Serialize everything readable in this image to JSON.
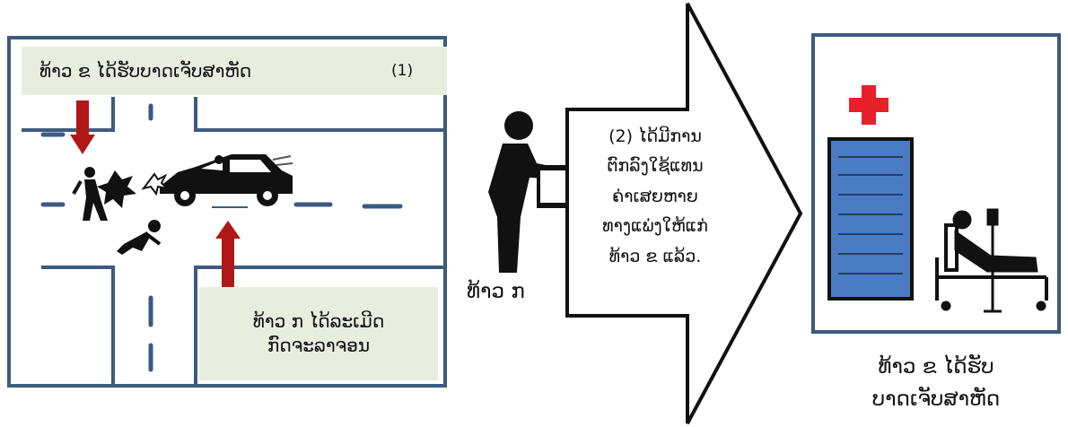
{
  "scene_left": {
    "injury_label": "ທ້າວ ຂ ໄດ້ຮັບບາດເຈັບສາຫັດ",
    "step_one": "(1)",
    "violation_line1": "ທ້າວ ກ ໄດ້ລະເມີດ",
    "violation_line2": "ກົດຈະລາຈອນ"
  },
  "middle": {
    "person_label": "ທ້າວ ກ",
    "arrow_lines": [
      "(2) ໄດ້ມີການ",
      "ຕົກລົງໃຊ້ແທນ",
      "ຄ່າເສຍຫາຍ",
      "ທາງແພ່ງໃຫ້ແກ່",
      "ທ້າວ ຂ ແລ້ວ."
    ]
  },
  "scene_right": {
    "caption_line1": "ທ້າວ ຂ ໄດ້ຮັບ",
    "caption_line2": "ບາດເຈັບສາຫັດ"
  },
  "colors": {
    "road_blue": "#3d5a80",
    "label_bg": "#e8eedf",
    "arrow_red": "#b01818",
    "cross_red": "#e8202a",
    "bed_blue": "#4a7cc4"
  }
}
